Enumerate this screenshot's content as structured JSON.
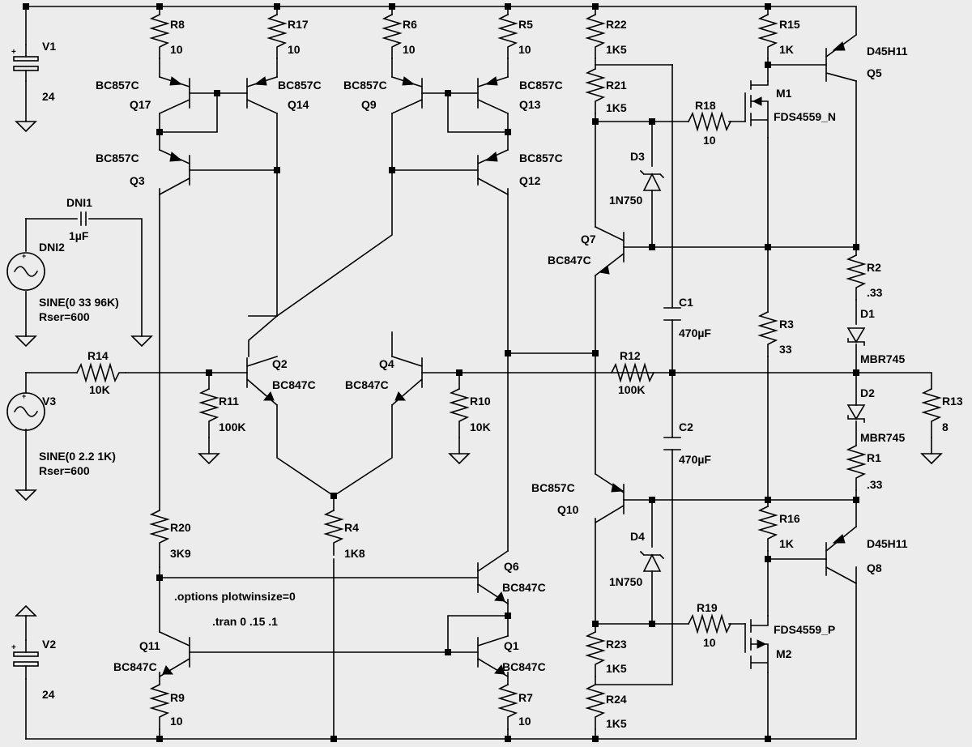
{
  "components": {
    "V1": {
      "name": "V1",
      "value": "24"
    },
    "V2": {
      "name": "V2",
      "value": "24"
    },
    "V3": {
      "name": "V3",
      "value": "SINE(0 2.2 1K)",
      "extra": "Rser=600"
    },
    "DNI2": {
      "name": "DNI2",
      "value": "SINE(0 33 96K)",
      "extra": "Rser=600"
    },
    "DNI1": {
      "name": "DNI1",
      "value": "1µF"
    },
    "R8": {
      "name": "R8",
      "value": "10"
    },
    "R17": {
      "name": "R17",
      "value": "10"
    },
    "R6": {
      "name": "R6",
      "value": "10"
    },
    "R5": {
      "name": "R5",
      "value": "10"
    },
    "R22": {
      "name": "R22",
      "value": "1K5"
    },
    "R21": {
      "name": "R21",
      "value": "1K5"
    },
    "R15": {
      "name": "R15",
      "value": "1K"
    },
    "R18": {
      "name": "R18",
      "value": "10"
    },
    "R14": {
      "name": "R14",
      "value": "10K"
    },
    "R11": {
      "name": "R11",
      "value": "100K"
    },
    "R10": {
      "name": "R10",
      "value": "10K"
    },
    "R12": {
      "name": "R12",
      "value": "100K"
    },
    "R2": {
      "name": "R2",
      "value": ".33"
    },
    "R3": {
      "name": "R3",
      "value": "33"
    },
    "R13": {
      "name": "R13",
      "value": "8"
    },
    "R1": {
      "name": "R1",
      "value": ".33"
    },
    "R16": {
      "name": "R16",
      "value": "1K"
    },
    "R20": {
      "name": "R20",
      "value": "3K9"
    },
    "R4": {
      "name": "R4",
      "value": "1K8"
    },
    "R19": {
      "name": "R19",
      "value": "10"
    },
    "R23": {
      "name": "R23",
      "value": "1K5"
    },
    "R24": {
      "name": "R24",
      "value": "1K5"
    },
    "R9": {
      "name": "R9",
      "value": "10"
    },
    "R7": {
      "name": "R7",
      "value": "10"
    },
    "C1": {
      "name": "C1",
      "value": "470µF"
    },
    "C2": {
      "name": "C2",
      "value": "470µF"
    },
    "D1": {
      "name": "D1",
      "value": "MBR745"
    },
    "D2": {
      "name": "D2",
      "value": "MBR745"
    },
    "D3": {
      "name": "D3",
      "value": "1N750"
    },
    "D4": {
      "name": "D4",
      "value": "1N750"
    },
    "Q17": {
      "name": "Q17",
      "value": "BC857C"
    },
    "Q14": {
      "name": "Q14",
      "value": "BC857C"
    },
    "Q9": {
      "name": "Q9",
      "value": "BC857C"
    },
    "Q13": {
      "name": "Q13",
      "value": "BC857C"
    },
    "Q3": {
      "name": "Q3",
      "value": "BC857C"
    },
    "Q12": {
      "name": "Q12",
      "value": "BC857C"
    },
    "Q2": {
      "name": "Q2",
      "value": "BC847C"
    },
    "Q4": {
      "name": "Q4",
      "value": "BC847C"
    },
    "Q7": {
      "name": "Q7",
      "value": "BC847C"
    },
    "Q10": {
      "name": "Q10",
      "value": "BC857C"
    },
    "Q6": {
      "name": "Q6",
      "value": "BC847C"
    },
    "Q1": {
      "name": "Q1",
      "value": "BC847C"
    },
    "Q11": {
      "name": "Q11",
      "value": "BC847C"
    },
    "Q5": {
      "name": "Q5",
      "value": "D45H11"
    },
    "Q8": {
      "name": "Q8",
      "value": "D45H11"
    },
    "M1": {
      "name": "M1",
      "value": "FDS4559_N"
    },
    "M2": {
      "name": "M2",
      "value": "FDS4559_P"
    }
  },
  "directives": [
    ".options plotwinsize=0",
    ".tran 0 .15 .1"
  ],
  "colors": {
    "background": "#ececec",
    "wire": "#000000"
  }
}
